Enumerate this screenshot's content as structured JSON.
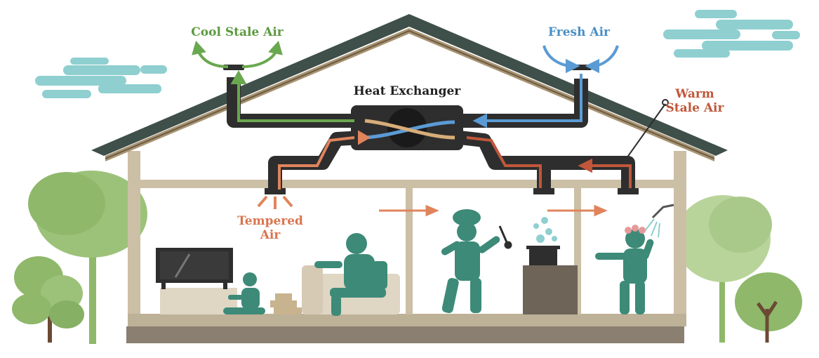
{
  "labels": {
    "cool_stale_air": "Cool Stale Air",
    "fresh_air": "Fresh Air",
    "heat_exchanger": "Heat Exchanger",
    "warm_stale_air_line1": "Warm",
    "warm_stale_air_line2": "Stale Air",
    "tempered_air_line1": "Tempered",
    "tempered_air_line2": "Air"
  },
  "colors": {
    "cool_stale_air": "#6aa84f",
    "fresh_air": "#5b9bd5",
    "warm_stale_air": "#c0573a",
    "tempered_air": "#e0845c",
    "duct": "#2e2e2e",
    "roof": "#4a5a55",
    "walls": "#cbbfa6",
    "people": "#3d8a78",
    "trees": "#8fb86a",
    "clouds": "#8fcfd0"
  }
}
